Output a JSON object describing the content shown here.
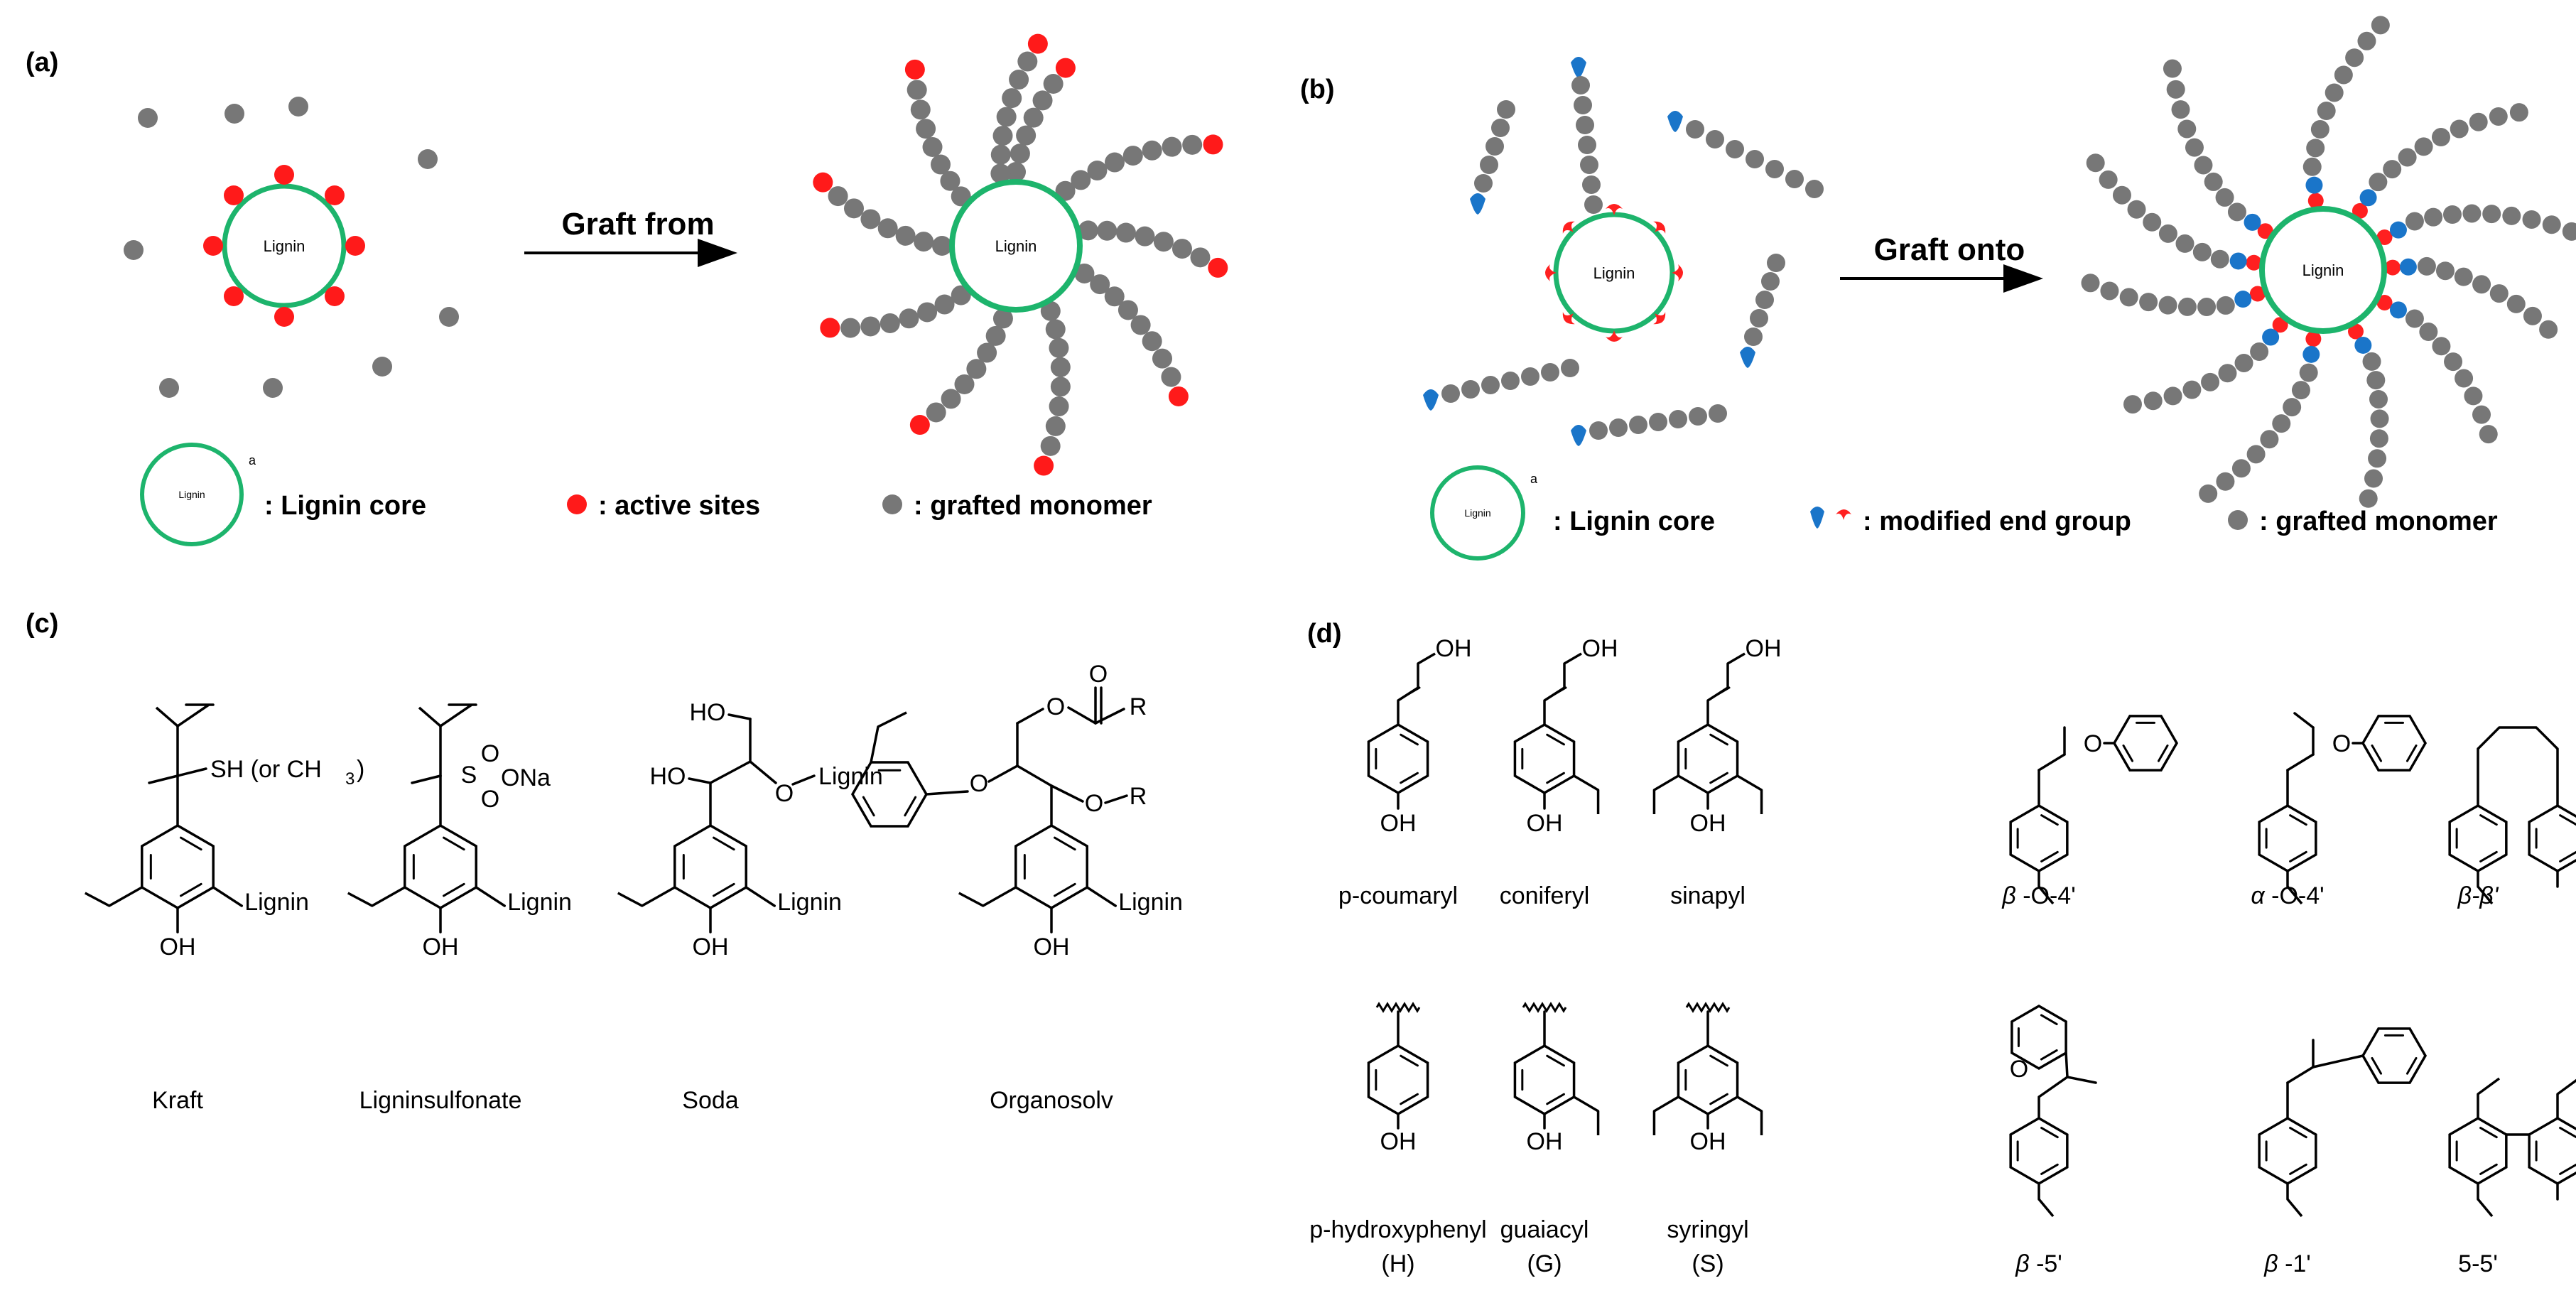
{
  "panels": {
    "a": {
      "label": "(a)",
      "core_label": "Lignin",
      "arrow_label": "Graft from",
      "product_core_label": "Lignin",
      "legend": {
        "core_icon_label": "Lignin",
        "core_superscript": "a",
        "core_text": ": Lignin core",
        "site_text": ": active sites",
        "monomer_text": ": grafted monomer"
      }
    },
    "b": {
      "label": "(b)",
      "core_label": "Lignin",
      "arrow_label": "Graft onto",
      "product_core_label": "Lignin",
      "legend": {
        "core_icon_label": "Lignin",
        "core_superscript": "a",
        "core_text": ": Lignin core",
        "end_group_text": ": modified end group",
        "monomer_text": ": grafted monomer"
      }
    },
    "c": {
      "label": "(c)",
      "structures": [
        {
          "name": "Kraft",
          "substituent": "SH (or CH",
          "substituent_sub": "3",
          "substituent_end": ")",
          "lignin": "Lignin",
          "oh": "OH"
        },
        {
          "name": "Ligninsulfonate",
          "s": "S",
          "o1": "O",
          "o2": "O",
          "ona": "ONa",
          "lignin": "Lignin",
          "oh": "OH"
        },
        {
          "name": "Soda",
          "ho1": "HO",
          "ho2": "HO",
          "o_lignin": "O",
          "lignin_top": "Lignin",
          "lignin": "Lignin",
          "oh": "OH"
        },
        {
          "name": "Organosolv",
          "o_ester": "O",
          "o_carbonyl": "O",
          "r1": "R",
          "o_ether": "O",
          "o_r": "O",
          "r2": "R",
          "lignin": "Lignin",
          "oh": "OH"
        }
      ]
    },
    "d": {
      "label": "(d)",
      "monolignols": [
        {
          "name": "p-coumaryl",
          "oh_top": "OH",
          "oh_bottom": "OH"
        },
        {
          "name": "coniferyl",
          "oh_top": "OH",
          "oh_bottom": "OH"
        },
        {
          "name": "sinapyl",
          "oh_top": "OH",
          "oh_bottom": "OH"
        }
      ],
      "units": [
        {
          "name": "p-hydroxyphenyl",
          "abbr": "(H)",
          "oh": "OH"
        },
        {
          "name": "guaiacyl",
          "abbr": "(G)",
          "oh": "OH"
        },
        {
          "name": "syringyl",
          "abbr": "(S)",
          "oh": "OH"
        }
      ],
      "linkages": [
        {
          "greek": "β",
          "rest": " -O-4'"
        },
        {
          "greek": "α",
          "rest": " -O-4'"
        },
        {
          "greek": "β-β'",
          "rest": ""
        },
        {
          "greek": "β",
          "rest": " -5'"
        },
        {
          "greek": "β",
          "rest": " -1'"
        },
        {
          "greek": "",
          "rest": "5-5'"
        }
      ],
      "o_atom": "O"
    }
  },
  "colors": {
    "core_ring": "#1db46c",
    "active_site": "#ff1a1a",
    "monomer": "#777777",
    "end_group_blue": "#1a75c9",
    "end_group_red": "#ff2020",
    "ink": "#000000"
  }
}
